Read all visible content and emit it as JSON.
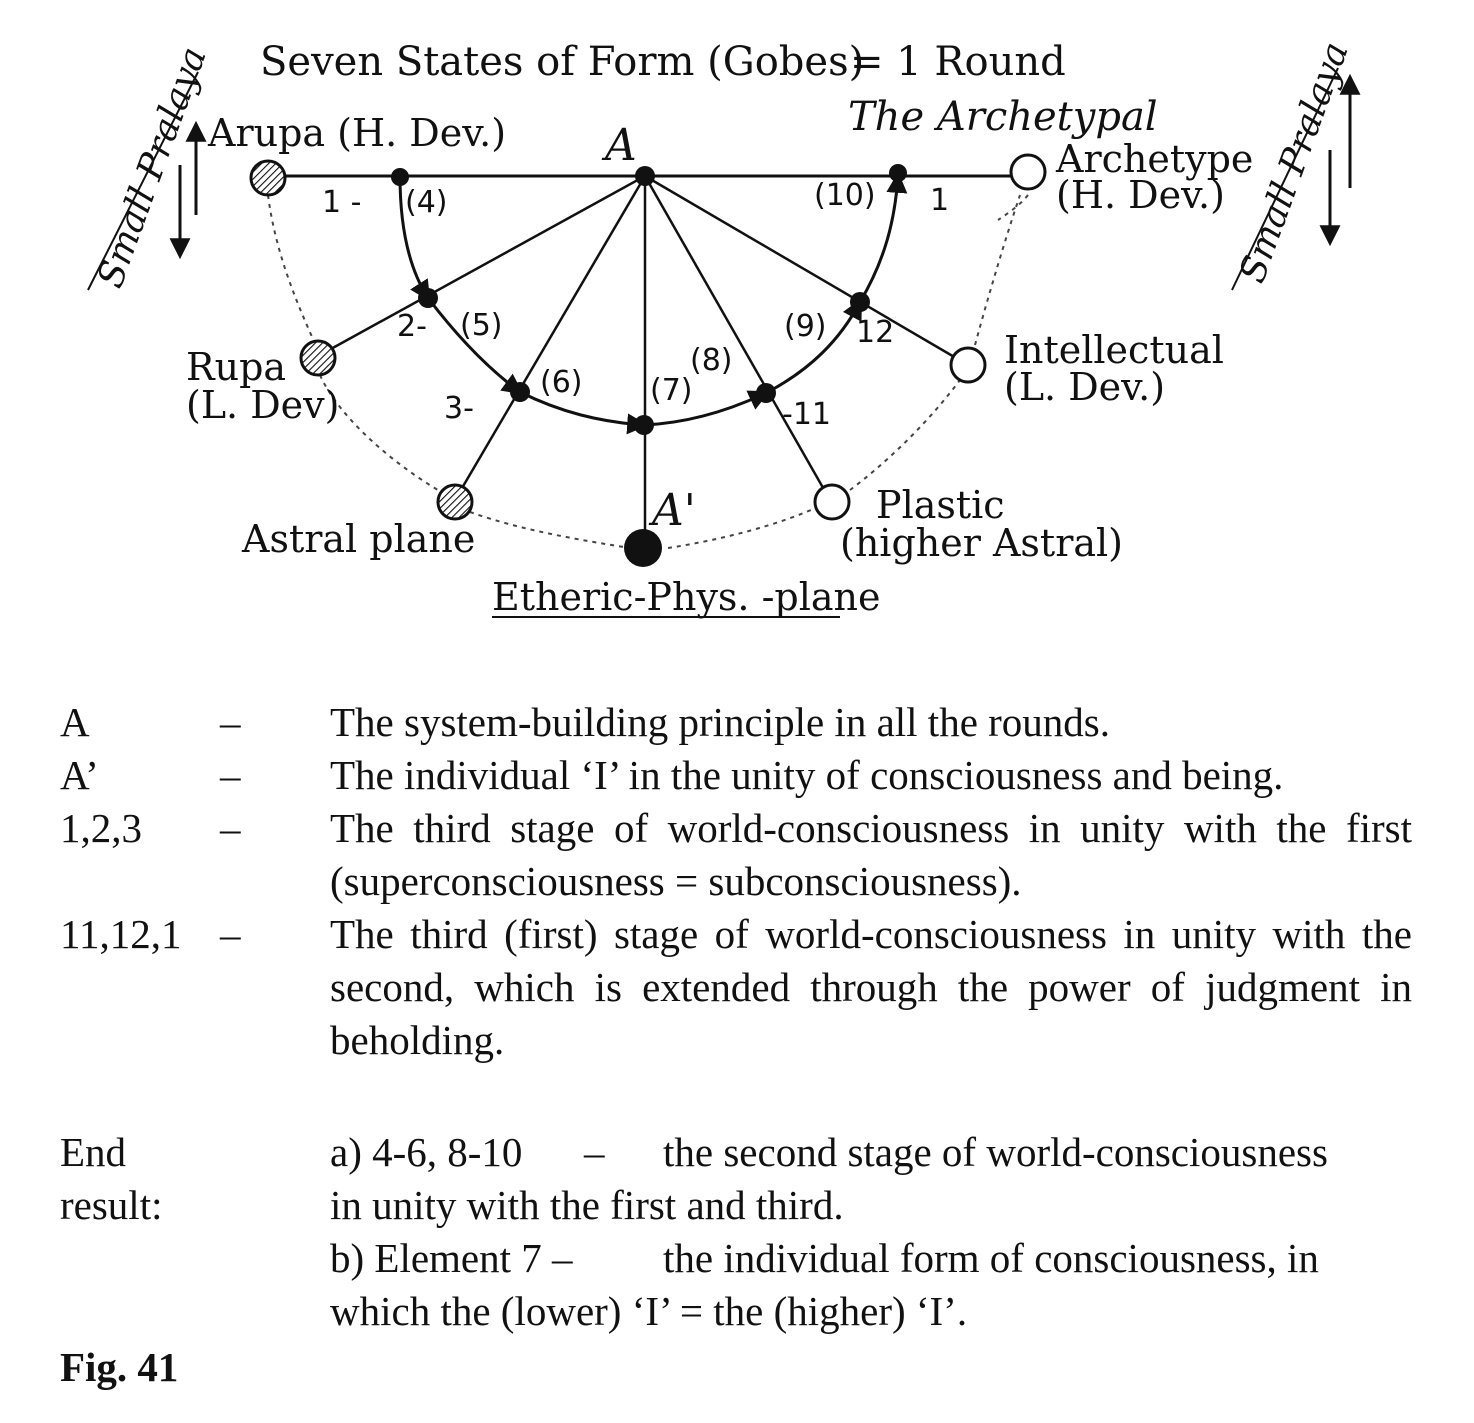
{
  "diagram": {
    "title": "Seven States of Form (Gobes)",
    "title_suffix": "= 1 Round",
    "archetypal_caption": "The Archetypal",
    "side_label_left": "Small Pralaya",
    "side_label_right": "Small Pralaya",
    "planes": {
      "arupa": "Arupa (H. Dev.)",
      "rupa_line1": "Rupa",
      "rupa_line2": "(L. Dev)",
      "astral": "Astral plane",
      "etheric": "Etheric-Phys. -plane",
      "plastic_line1": "Plastic",
      "plastic_line2": "(higher Astral)",
      "intellectual_line1": "Intellectual",
      "intellectual_line2": "(L. Dev.)",
      "archetype_line1": "Archetype",
      "archetype_line2": "(H. Dev.)"
    },
    "centre_labels": {
      "a_top": "A",
      "a_bottom": "A'"
    },
    "stage_labels": {
      "s1_left": "1 -",
      "s4": "(4)",
      "s2": "2-",
      "s5": "(5)",
      "s3": "3-",
      "s6": "(6)",
      "s7": "(7)",
      "s8": "(8)",
      "s11": "-11",
      "s9": "(9)",
      "s12": "12",
      "s10": "(10)",
      "s1_right": "1"
    },
    "colors": {
      "ink": "#111111",
      "hatch_fill": "#777777",
      "open_fill": "#ffffff"
    }
  },
  "legend": [
    {
      "key": "A",
      "dash": "–",
      "text": "The system-building principle in all the rounds."
    },
    {
      "key": "A’",
      "dash": "–",
      "text": "The individual ‘I’ in the unity of consciousness and being."
    },
    {
      "key": "1,2,3",
      "dash": "–",
      "text": "The third stage of world-consciousness in unity with the first (superconsciousness = subconsciousness)."
    },
    {
      "key": "11,12,1",
      "dash": "–",
      "text": "The third (first) stage of world-consciousness in unity with the second, which is extended through the power of judgment in beholding."
    }
  ],
  "end_result": {
    "label": "End result:",
    "a_prefix": "a) 4-6, 8-10",
    "a_dash": "–",
    "a_text_line1": "the second stage of world-consciousness",
    "a_text_line2": "in unity with the first and third.",
    "b_prefix": "b) Element 7 –",
    "b_text_line1": "the individual form of consciousness, in",
    "b_text_line2": "which the (lower) ‘I’ = the (higher) ‘I’."
  },
  "figure_label": "Fig. 41"
}
